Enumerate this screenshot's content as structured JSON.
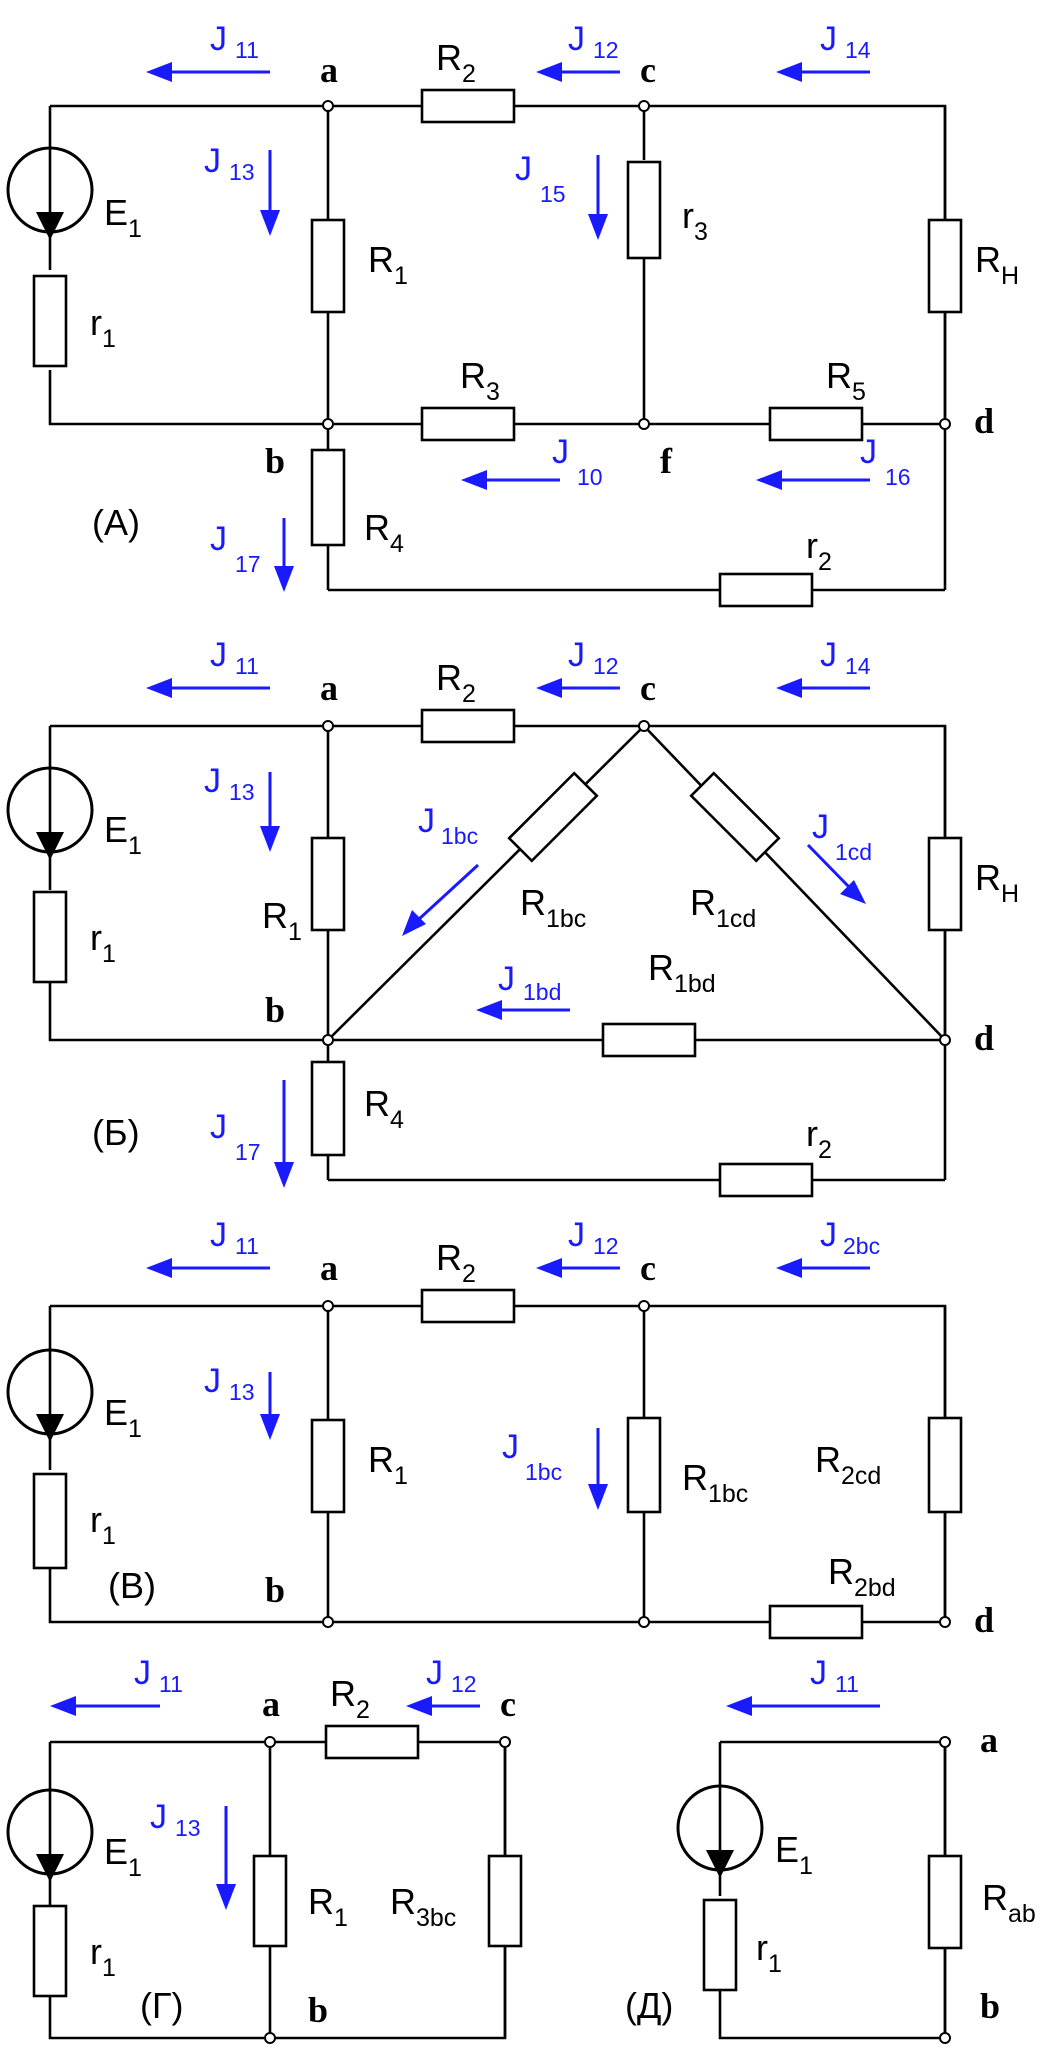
{
  "panels": [
    {
      "id": "A",
      "label": "(A)"
    },
    {
      "id": "B",
      "label": "(Б)"
    },
    {
      "id": "V",
      "label": "(В)"
    },
    {
      "id": "G",
      "label": "(Г)"
    },
    {
      "id": "D",
      "label": "(Д)"
    }
  ],
  "nodes": {
    "a": "a",
    "b": "b",
    "c": "c",
    "d": "d",
    "f": "f"
  },
  "components": {
    "E": {
      "main": "E",
      "sub": "1"
    },
    "r1": {
      "main": "r",
      "sub": "1"
    },
    "r2": {
      "main": "r",
      "sub": "2"
    },
    "r3": {
      "main": "r",
      "sub": "3"
    },
    "R1": {
      "main": "R",
      "sub": "1"
    },
    "R2": {
      "main": "R",
      "sub": "2"
    },
    "R3": {
      "main": "R",
      "sub": "3"
    },
    "R4": {
      "main": "R",
      "sub": "4"
    },
    "R5": {
      "main": "R",
      "sub": "5"
    },
    "RH": {
      "main": "R",
      "sub": "H"
    },
    "R1bc": {
      "main": "R",
      "sub": "1bc"
    },
    "R1cd": {
      "main": "R",
      "sub": "1cd"
    },
    "R1bd": {
      "main": "R",
      "sub": "1bd"
    },
    "R2cd": {
      "main": "R",
      "sub": "2cd"
    },
    "R2bd": {
      "main": "R",
      "sub": "2bd"
    },
    "R3bc": {
      "main": "R",
      "sub": "3bc"
    },
    "Rab": {
      "main": "R",
      "sub": "ab"
    }
  },
  "currents": {
    "J": "J",
    "s11": "11",
    "s12": "12",
    "s13": "13",
    "s14": "14",
    "s15": "15",
    "s10": "10",
    "s16": "16",
    "s17": "17",
    "s1bc": "1bc",
    "s1cd": "1cd",
    "s1bd": "1bd",
    "s2bc": "2bc"
  }
}
